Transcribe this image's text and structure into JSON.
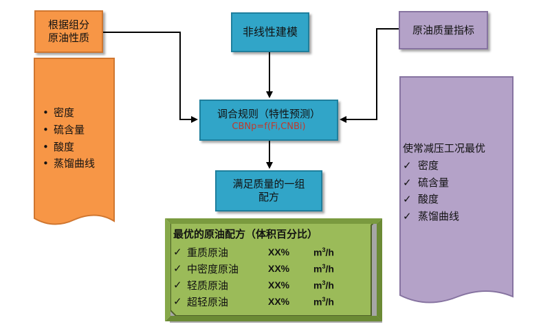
{
  "orange_title": [
    "根据组分",
    "原油性质"
  ],
  "orange_list": [
    "密度",
    "硫含量",
    "酸度",
    "蒸馏曲线"
  ],
  "model_box": "非线性建模",
  "purple_title": "原油质量指标",
  "rule_box": {
    "title": "调合规则（特性预测）",
    "formula": "CBNp=f(Fi,CNBi)"
  },
  "formula_box": [
    "满足质量的一组",
    "配方"
  ],
  "purple_list": {
    "heading": "使常减压工况最优",
    "items": [
      "密度",
      "硫含量",
      "酸度",
      "蒸馏曲线"
    ]
  },
  "recipe": {
    "title": "最优的原油配方（体积百分比）",
    "rows": [
      {
        "name": "重质原油",
        "pct": "XX%",
        "unit_base": "m",
        "unit_exp": "3",
        "unit_tail": "/h"
      },
      {
        "name": "中密度原油",
        "pct": "XX%",
        "unit_base": "m",
        "unit_exp": "3",
        "unit_tail": "/h"
      },
      {
        "name": "轻质原油",
        "pct": "XX%",
        "unit_base": "m",
        "unit_exp": "3",
        "unit_tail": "/h"
      },
      {
        "name": "超轻原油",
        "pct": "XX%",
        "unit_base": "m",
        "unit_exp": "3",
        "unit_tail": "/h"
      }
    ]
  },
  "colors": {
    "orange": "#f79646",
    "teal": "#31a5c8",
    "purple": "#b4a2c8",
    "green": "#9bbb59",
    "formula_red": "#c0392b"
  }
}
